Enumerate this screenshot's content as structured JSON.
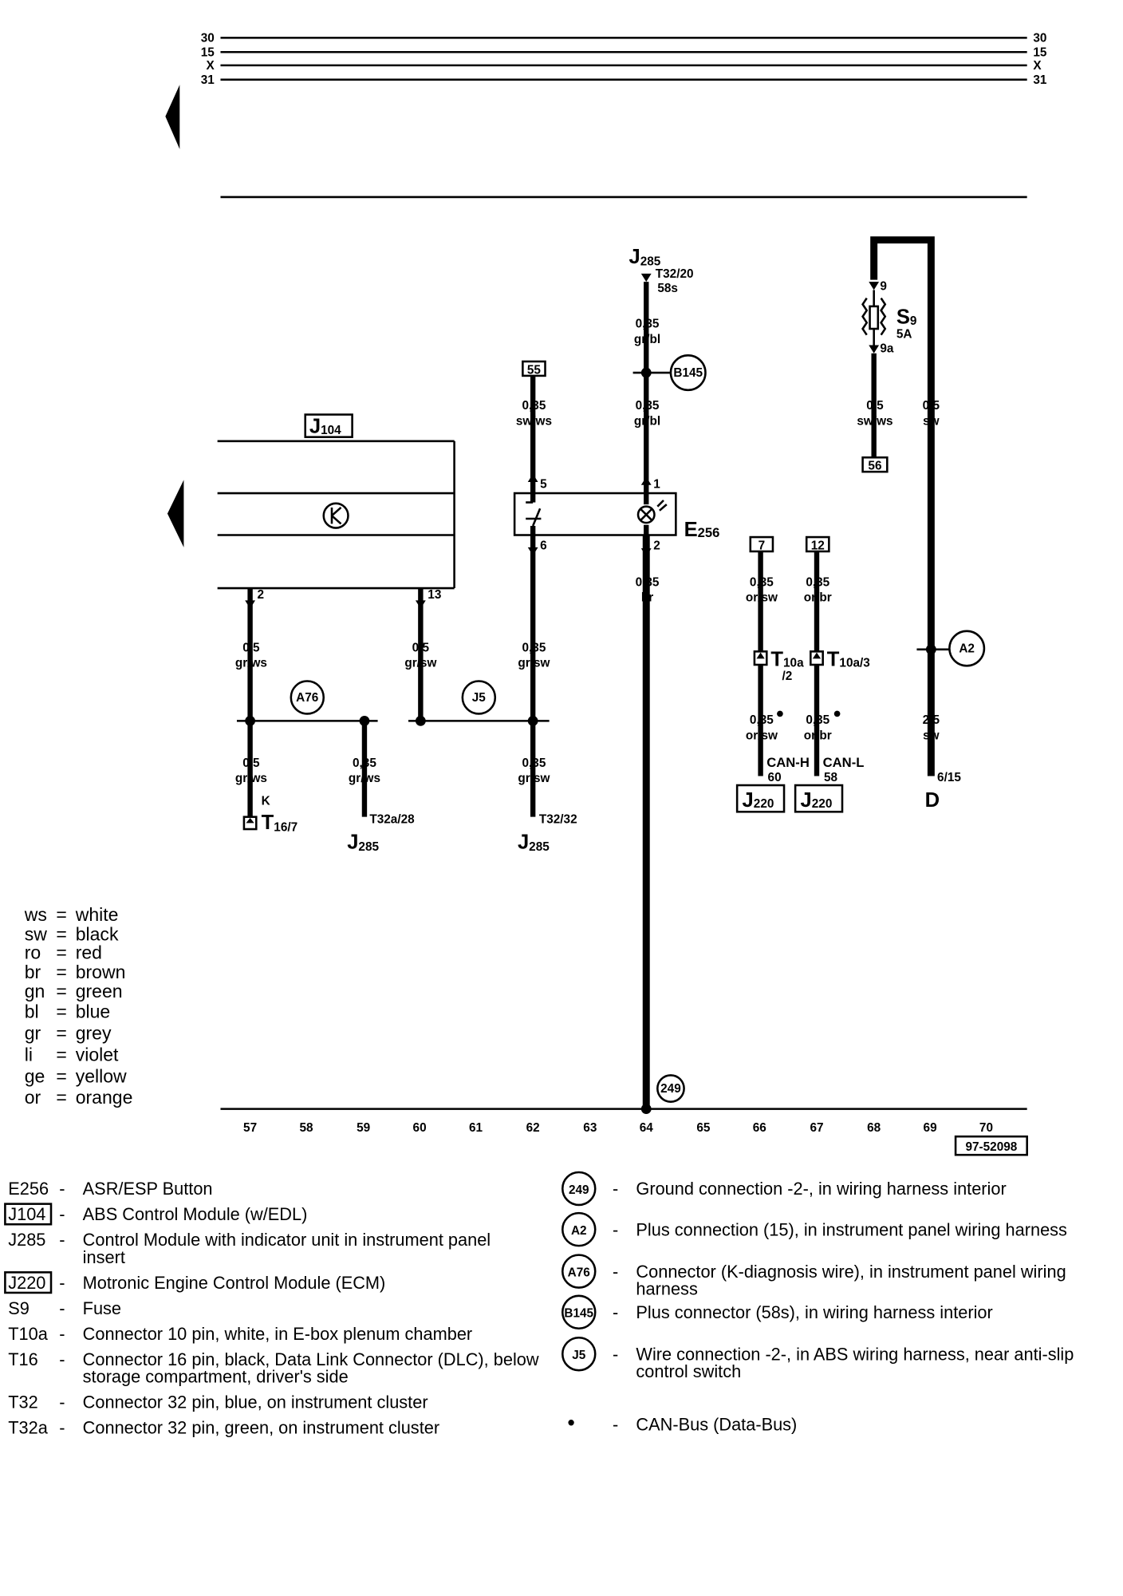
{
  "rails": [
    "30",
    "15",
    "X",
    "31"
  ],
  "components": {
    "j104": "J",
    "j104_sub": "104",
    "e256": "E",
    "e256_sub": "256",
    "j285": "J",
    "j285_sub": "285",
    "s9": "S",
    "s9_sub": "9",
    "s9_rating": "5A",
    "j220": "J",
    "j220_sub": "220",
    "d": "D",
    "t10a": "T",
    "t10a2_sub": "10a",
    "t10a2_suffix": "/2",
    "t10a3_sub": "10a/3",
    "t16": "T",
    "t16_sub": "16/7",
    "k_label": "K"
  },
  "terminals": {
    "box55": "55",
    "box56": "56",
    "box7": "7",
    "box12": "12",
    "t32_20": "T32/20",
    "t32_20_sub": "58s",
    "s9_in": "9",
    "s9_out": "9a",
    "e256_5": "5",
    "e256_6": "6",
    "e256_1": "1",
    "e256_2": "2",
    "j104_2": "2",
    "j104_13": "13",
    "t32a_28": "T32a/28",
    "t32_32": "T32/32",
    "can_h": "CAN-H",
    "can_h_pin": "60",
    "can_l": "CAN-L",
    "can_l_pin": "58",
    "d_pin": "6/15"
  },
  "wires": {
    "w64_top": [
      "0,35",
      "gr/bl"
    ],
    "w64_mid": [
      "0,35",
      "gr/bl"
    ],
    "w64_bot": [
      "0,35",
      "br"
    ],
    "w62_top": [
      "0,35",
      "sw/ws"
    ],
    "w62_mid": [
      "0,35",
      "gr/sw"
    ],
    "w62_bot": [
      "0,35",
      "gr/sw"
    ],
    "w57_mid": [
      "0,5",
      "gr/ws"
    ],
    "w57_bot": [
      "0,5",
      "gr/ws"
    ],
    "w59_bot": [
      "0,35",
      "gr/ws"
    ],
    "w60_mid": [
      "0,5",
      "gr/sw"
    ],
    "w66_top": [
      "0,35",
      "or/sw"
    ],
    "w66_bot": [
      "0,35",
      "or/sw"
    ],
    "w67_top": [
      "0,35",
      "or/br"
    ],
    "w67_bot": [
      "0,35",
      "or/br"
    ],
    "w68_top": [
      "0,5",
      "sw/ws"
    ],
    "w69_top": [
      "0,5",
      "sw"
    ],
    "w69_bot": [
      "2,5",
      "sw"
    ]
  },
  "nodes": {
    "b145": "B145",
    "a76": "A76",
    "j5": "J5",
    "a2": "A2",
    "n249": "249"
  },
  "color_key": [
    {
      "code": "ws",
      "name": "white"
    },
    {
      "code": "sw",
      "name": "black"
    },
    {
      "code": "ro",
      "name": "red"
    },
    {
      "code": "br",
      "name": "brown"
    },
    {
      "code": "gn",
      "name": "green"
    },
    {
      "code": "bl",
      "name": "blue"
    },
    {
      "code": "gr",
      "name": "grey"
    },
    {
      "code": "li",
      "name": "violet"
    },
    {
      "code": "ge",
      "name": "yellow"
    },
    {
      "code": "or",
      "name": "orange"
    }
  ],
  "track_numbers": [
    "57",
    "58",
    "59",
    "60",
    "61",
    "62",
    "63",
    "64",
    "65",
    "66",
    "67",
    "68",
    "69",
    "70"
  ],
  "figure_id": "97-52098",
  "legend_left": [
    {
      "code": "E256",
      "boxed": false,
      "desc": [
        "ASR/ESP Button"
      ]
    },
    {
      "code": "J104",
      "boxed": true,
      "desc": [
        "ABS Control Module (w/EDL)"
      ]
    },
    {
      "code": "J285",
      "boxed": false,
      "desc": [
        "Control Module with indicator unit in instrument panel",
        "insert"
      ]
    },
    {
      "code": "J220",
      "boxed": true,
      "desc": [
        "Motronic Engine Control Module (ECM)"
      ]
    },
    {
      "code": "S9",
      "boxed": false,
      "desc": [
        "Fuse"
      ]
    },
    {
      "code": "T10a",
      "boxed": false,
      "desc": [
        "Connector 10 pin, white, in E-box plenum chamber"
      ]
    },
    {
      "code": "T16",
      "boxed": false,
      "desc": [
        "Connector 16 pin, black, Data Link Connector (DLC), below",
        "storage compartment, driver's side"
      ]
    },
    {
      "code": "T32",
      "boxed": false,
      "desc": [
        "Connector 32 pin, blue, on instrument cluster"
      ]
    },
    {
      "code": "T32a",
      "boxed": false,
      "desc": [
        "Connector 32 pin, green, on instrument cluster"
      ]
    }
  ],
  "legend_right": [
    {
      "symbol": "249",
      "desc": [
        "Ground connection -2-, in wiring harness interior"
      ]
    },
    {
      "symbol": "A2",
      "desc": [
        "Plus connection (15), in instrument panel wiring harness"
      ]
    },
    {
      "symbol": "A76",
      "desc": [
        "Connector (K-diagnosis wire), in instrument panel wiring",
        "harness"
      ]
    },
    {
      "symbol": "B145",
      "desc": [
        "Plus connector (58s), in wiring harness interior"
      ]
    },
    {
      "symbol": "J5",
      "desc": [
        "Wire connection -2-, in ABS wiring harness, near anti-slip",
        "control switch"
      ]
    },
    {
      "symbol": "•",
      "desc": [
        "CAN-Bus (Data-Bus)"
      ]
    }
  ],
  "dash": "-"
}
